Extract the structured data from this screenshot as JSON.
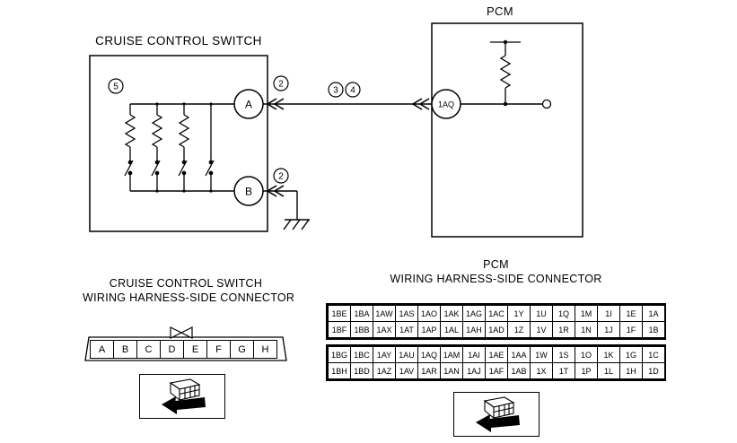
{
  "colors": {
    "line": "#000000",
    "background": "#ffffff"
  },
  "circuit": {
    "switch_box_title": "CRUISE CONTROL SWITCH",
    "pcm_box_title": "PCM",
    "terminal_a_label": "A",
    "terminal_b_label": "B",
    "pcm_pin_label": "1AQ",
    "callout_5": "5",
    "callout_2_top": "2",
    "callout_3": "3",
    "callout_4": "4",
    "callout_2_bottom": "2"
  },
  "switch_connector": {
    "title_line1": "CRUISE CONTROL SWITCH",
    "title_line2": "WIRING HARNESS-SIDE CONNECTOR",
    "pins": [
      "A",
      "B",
      "C",
      "D",
      "E",
      "F",
      "G",
      "H"
    ]
  },
  "pcm_connector": {
    "title_line1": "PCM",
    "title_line2": "WIRING HARNESS-SIDE CONNECTOR",
    "row_groups": [
      [
        [
          "1BE",
          "1BA",
          "1AW",
          "1AS",
          "1AO",
          "1AK",
          "1AG",
          "1AC",
          "1Y",
          "1U",
          "1Q",
          "1M",
          "1I",
          "1E",
          "1A"
        ],
        [
          "1BF",
          "1BB",
          "1AX",
          "1AT",
          "1AP",
          "1AL",
          "1AH",
          "1AD",
          "1Z",
          "1V",
          "1R",
          "1N",
          "1J",
          "1F",
          "1B"
        ]
      ],
      [
        [
          "1BG",
          "1BC",
          "1AY",
          "1AU",
          "1AQ",
          "1AM",
          "1AI",
          "1AE",
          "1AA",
          "1W",
          "1S",
          "1O",
          "1K",
          "1G",
          "1C"
        ],
        [
          "1BH",
          "1BD",
          "1AZ",
          "1AV",
          "1AR",
          "1AN",
          "1AJ",
          "1AF",
          "1AB",
          "1X",
          "1T",
          "1P",
          "1L",
          "1H",
          "1D"
        ]
      ]
    ]
  }
}
